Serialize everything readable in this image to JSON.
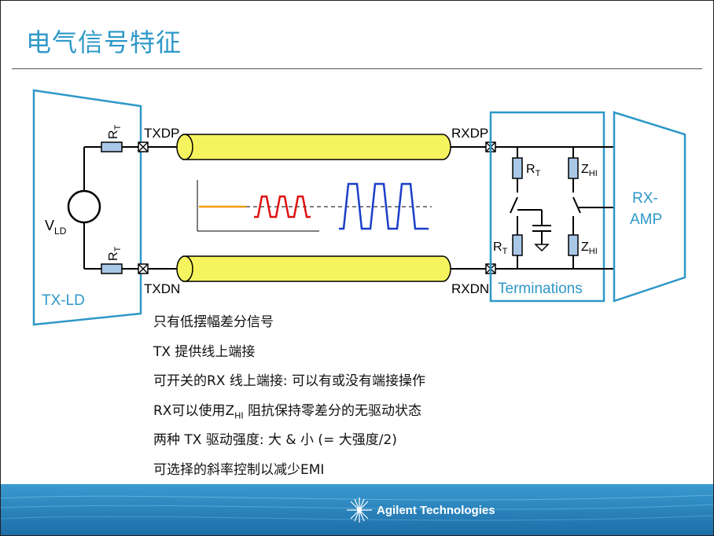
{
  "slide": {
    "title": "电气信号特征",
    "labels": {
      "rt": "R",
      "rt_sub": "T",
      "txdp": "TXDP",
      "txdn": "TXDN",
      "rxdp": "RXDP",
      "rxdn": "RXDN",
      "vld": "V",
      "vld_sub": "LD",
      "txld": "TX-LD",
      "zhi": "Z",
      "zhi_sub": "HI",
      "rxamp_line1": "RX-",
      "rxamp_line2": "AMP",
      "terminations": "Terminations"
    },
    "bullets": [
      "只有低摆幅差分信号",
      "TX 提供线上端接",
      "可开关的RX 线上端接: 可以有或没有端接操作",
      "RX可以使用Z",
      "两种 TX 驱动强度: 大 & 小 (= 大强度/2)",
      "可选择的斜率控制以减少EMI"
    ],
    "bullet4_sub": "HI",
    "bullet4_rest": " 阻抗保持零差分的无驱动状态",
    "footer_brand": "Agilent Technologies"
  },
  "colors": {
    "title": "#2e98c8",
    "box_border": "#2e98c8",
    "cable_fill": "#f6f45e",
    "resistor_fill": "#a9c8e8",
    "wave_orange": "#f39c12",
    "wave_red": "#e01010",
    "wave_blue": "#1a3ec8",
    "footer": "#2a88c4"
  }
}
